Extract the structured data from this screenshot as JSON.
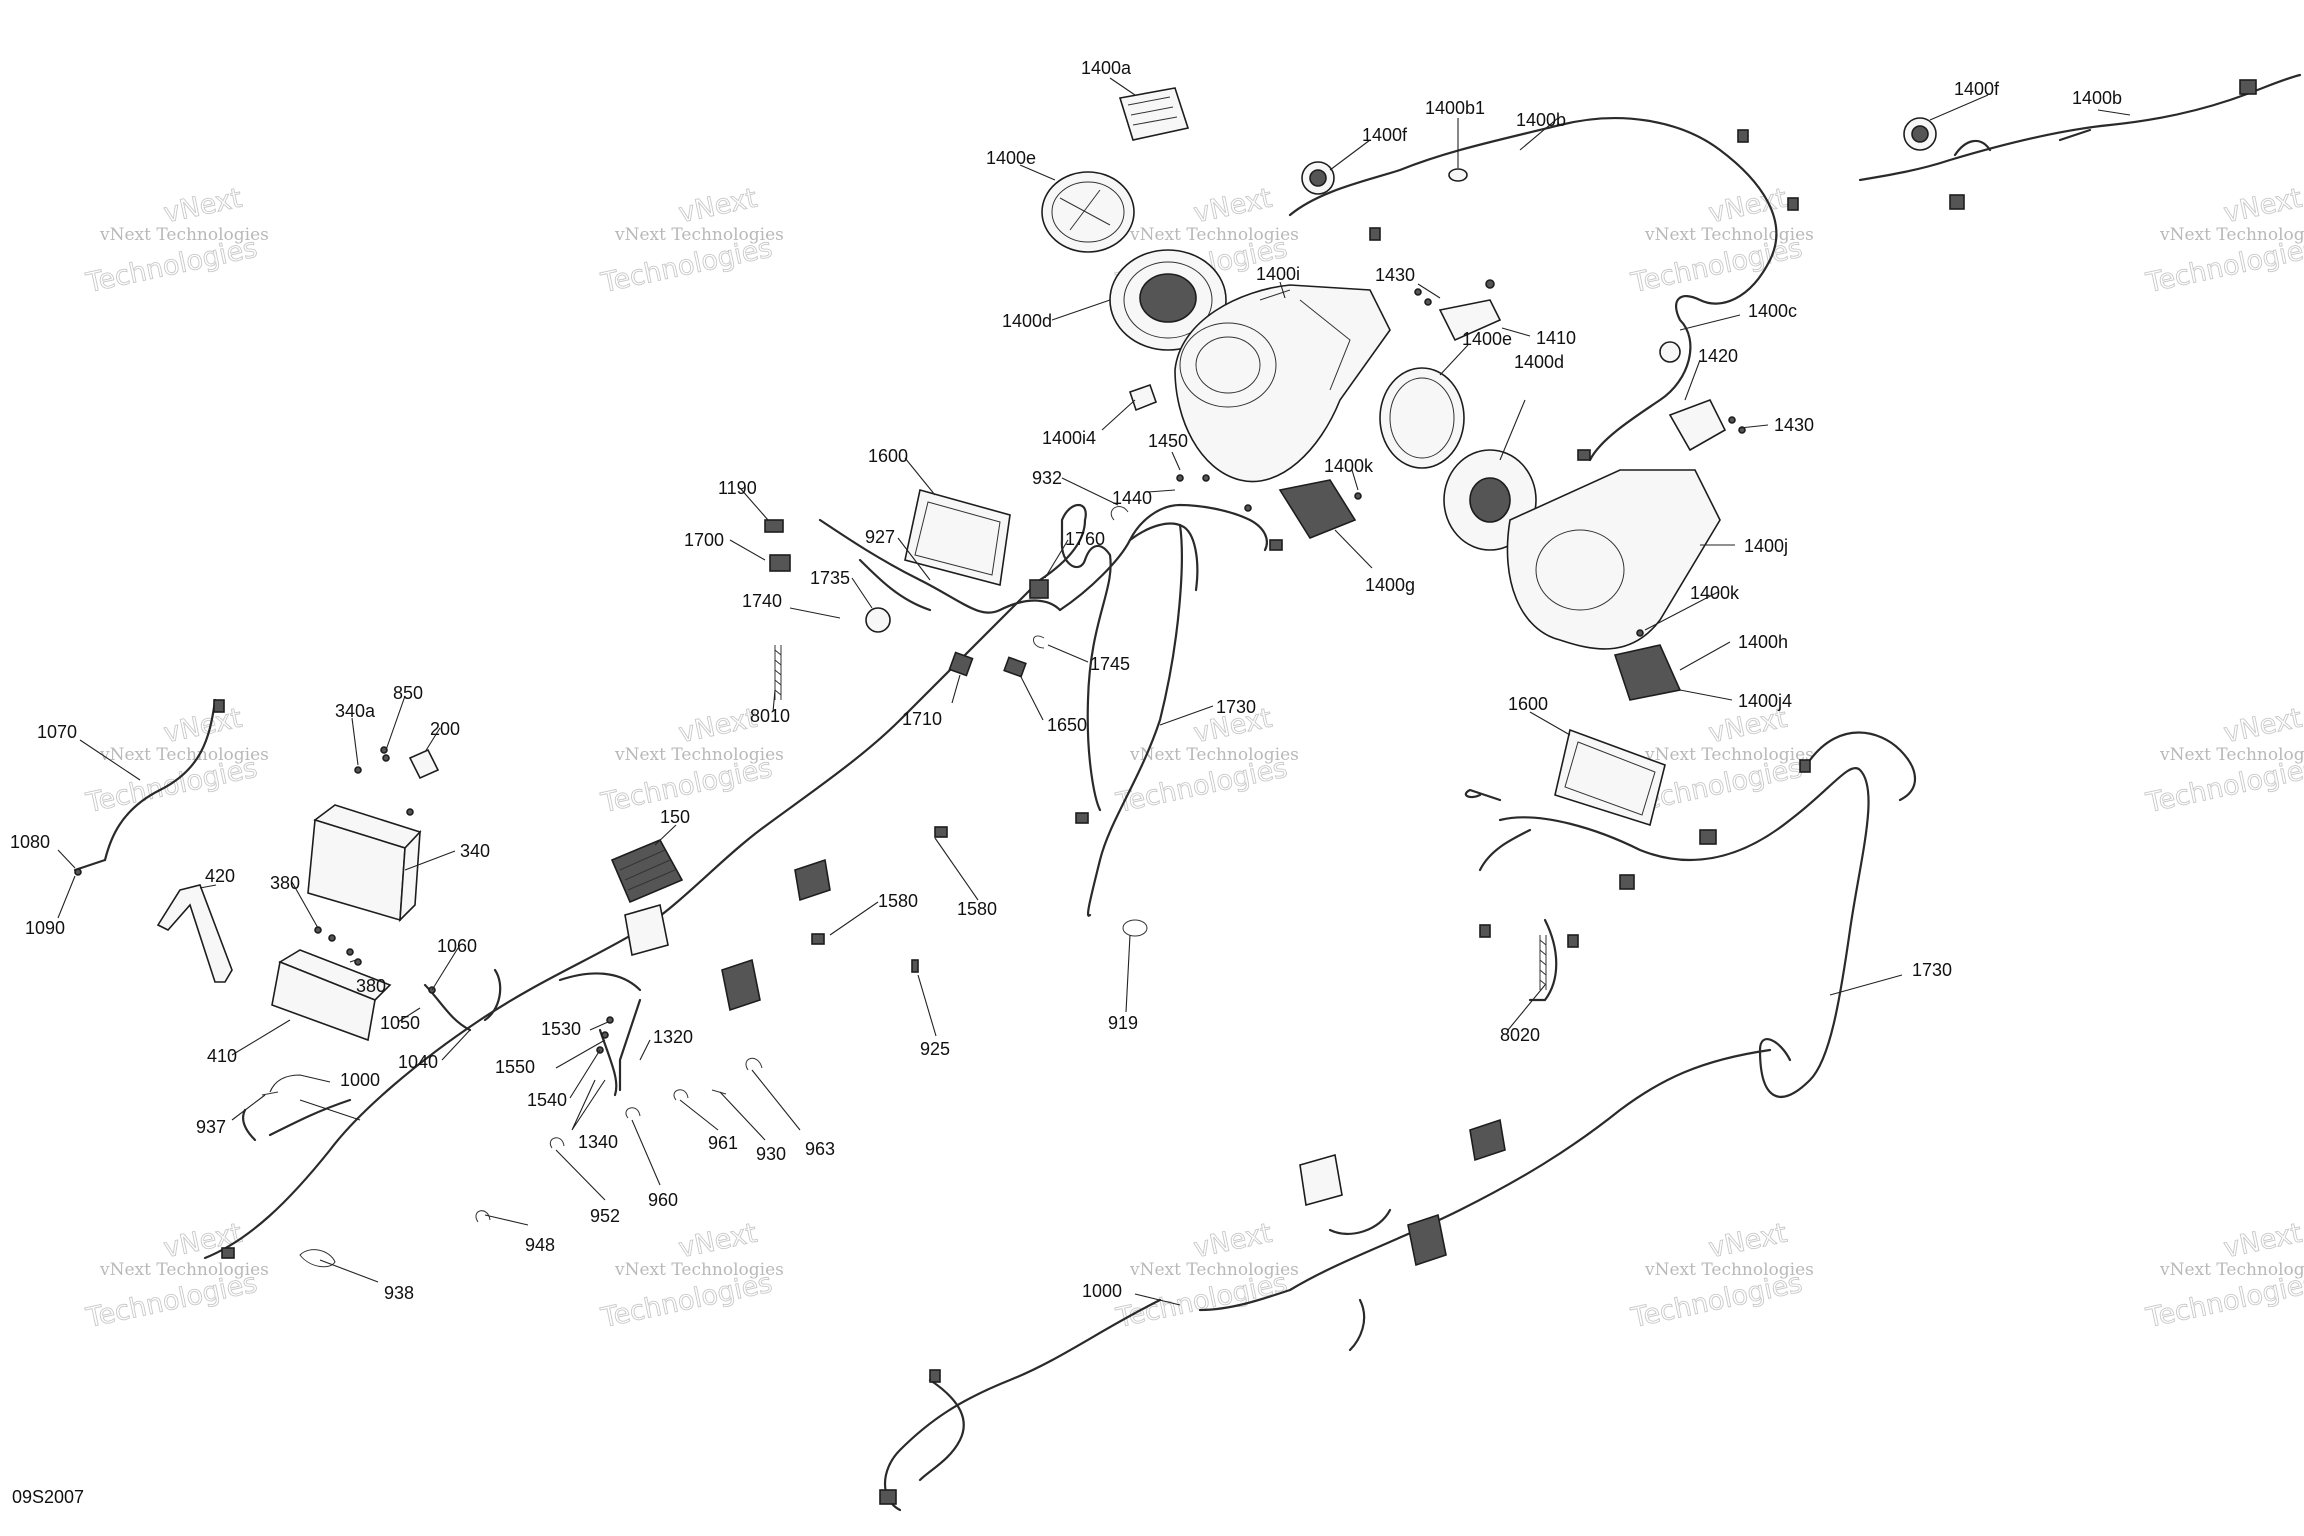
{
  "diagram_code": "09S2007",
  "watermark": {
    "line1": "vNext Technologies",
    "line2": "Technologies",
    "overlay": "vNext"
  },
  "callouts": [
    "1400a",
    "1400e",
    "1400f",
    "1400b1",
    "1400b",
    "1400f",
    "1400b",
    "1400d",
    "1400i",
    "1430",
    "1410",
    "1400c",
    "1420",
    "1430",
    "1400i4",
    "1400e",
    "1400d",
    "1400k",
    "1450",
    "1440",
    "932",
    "1600",
    "1190",
    "1700",
    "927",
    "1760",
    "1735",
    "1740",
    "1400g",
    "1400j",
    "1400k",
    "1400h",
    "1400j4",
    "1745",
    "8010",
    "1710",
    "1650",
    "1730",
    "1070",
    "340a",
    "850",
    "200",
    "1080",
    "1090",
    "340",
    "420",
    "380",
    "380",
    "410",
    "1060",
    "1050",
    "1040",
    "150",
    "1580",
    "1580",
    "919",
    "925",
    "1530",
    "1320",
    "1550",
    "1540",
    "1340",
    "1000",
    "937",
    "952",
    "960",
    "961",
    "930",
    "963",
    "948",
    "938",
    "1600",
    "1730",
    "8020",
    "1000"
  ]
}
